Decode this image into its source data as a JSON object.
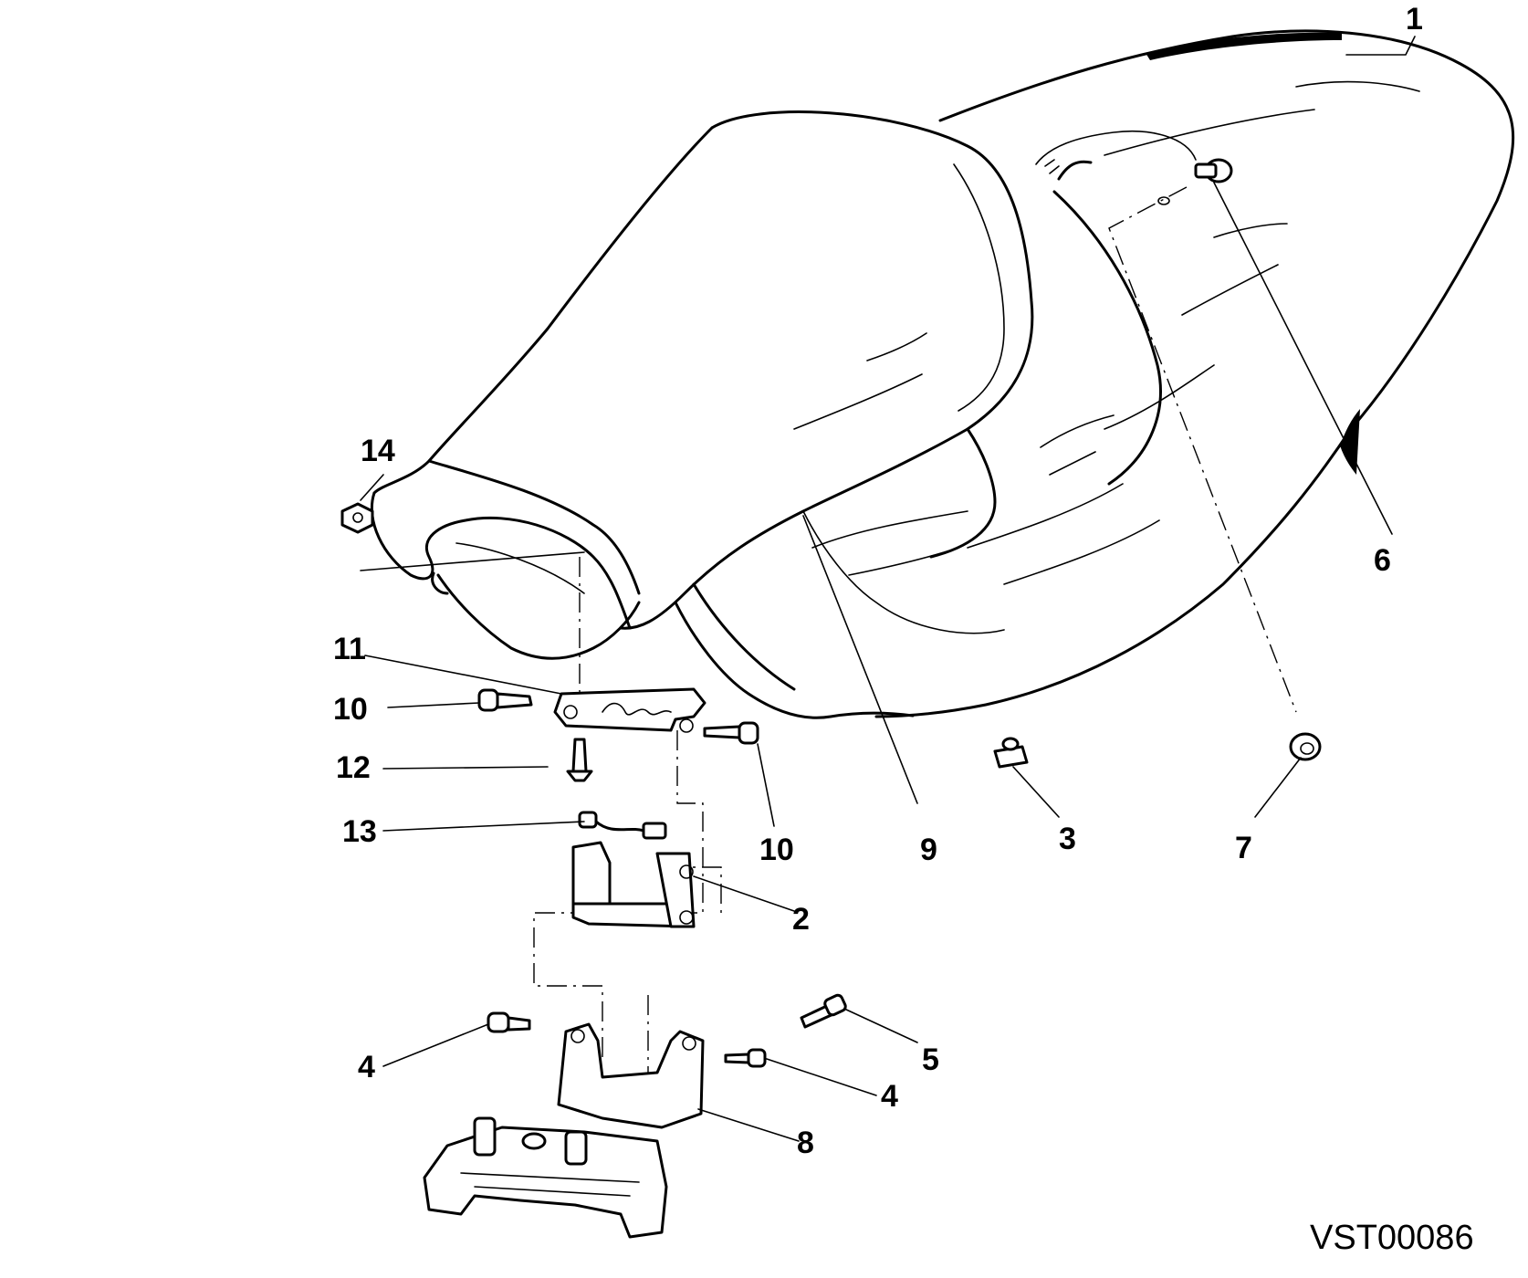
{
  "drawing_code": "VST00086",
  "callouts": [
    {
      "id": "c1",
      "label": "1"
    },
    {
      "id": "c14",
      "label": "14"
    },
    {
      "id": "c6",
      "label": "6"
    },
    {
      "id": "c11",
      "label": "11"
    },
    {
      "id": "c10a",
      "label": "10"
    },
    {
      "id": "c12",
      "label": "12"
    },
    {
      "id": "c13",
      "label": "13"
    },
    {
      "id": "c10b",
      "label": "10"
    },
    {
      "id": "c9",
      "label": "9"
    },
    {
      "id": "c3",
      "label": "3"
    },
    {
      "id": "c7",
      "label": "7"
    },
    {
      "id": "c2",
      "label": "2"
    },
    {
      "id": "c4a",
      "label": "4"
    },
    {
      "id": "c5",
      "label": "5"
    },
    {
      "id": "c4b",
      "label": "4"
    },
    {
      "id": "c8",
      "label": "8"
    }
  ]
}
